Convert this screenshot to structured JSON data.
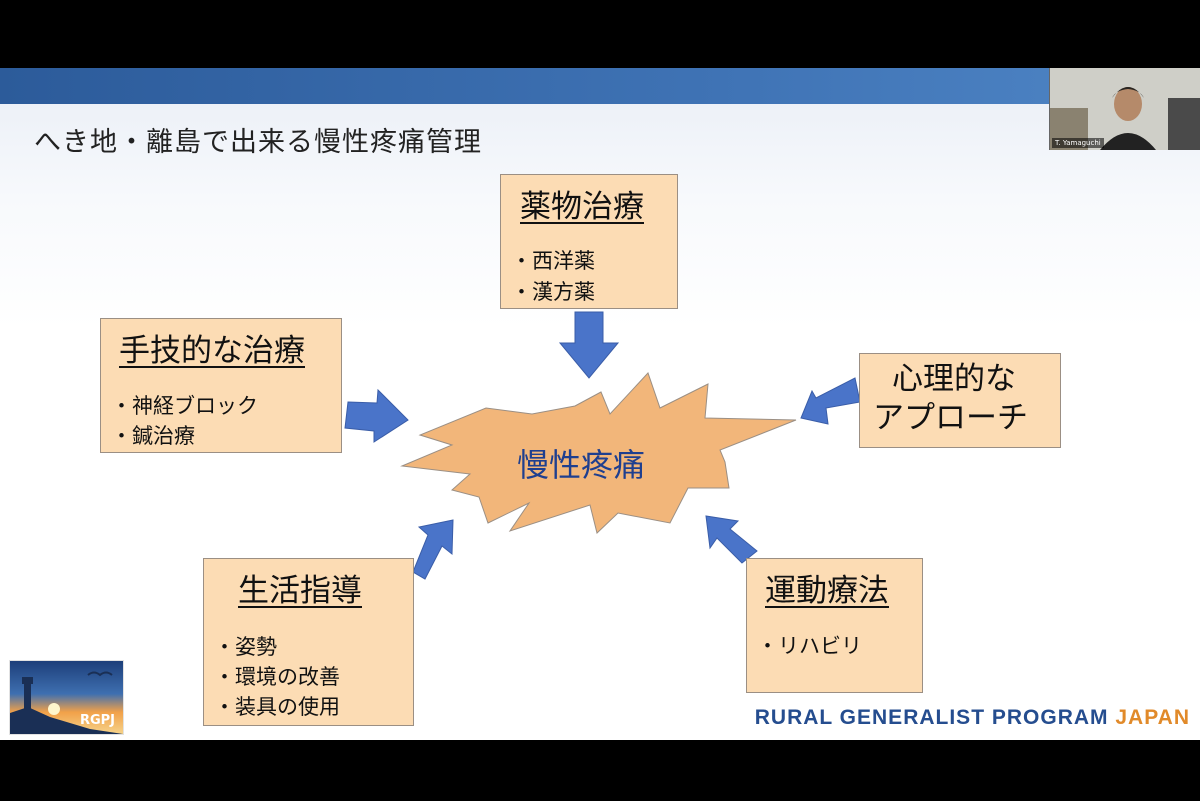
{
  "slide": {
    "title": "へき地・離島で出来る慢性疼痛管理",
    "center": "慢性疼痛",
    "boxes": {
      "drug": {
        "heading": "薬物治療",
        "items": [
          "・西洋薬",
          "・漢方薬"
        ]
      },
      "manual": {
        "heading": "手技的な治療",
        "items": [
          "・神経ブロック",
          "・鍼治療"
        ]
      },
      "psych": {
        "lines": [
          "心理的な",
          "アプローチ"
        ]
      },
      "lifestyle": {
        "heading": "生活指導",
        "items": [
          "・姿勢",
          "・環境の改善",
          "・装具の使用"
        ]
      },
      "exercise": {
        "heading": "運動療法",
        "items": [
          "・リハビリ"
        ]
      }
    },
    "logo_text": "RGPJ",
    "footer": {
      "main": "RURAL GENERALIST PROGRAM",
      "accent": "JAPAN"
    }
  },
  "video": {
    "participant_name": "T. Yamaguchi"
  },
  "colors": {
    "box_fill": "#fcdcb4",
    "burst_fill": "#f2b67a",
    "arrow_fill": "#4a74c9",
    "title_bar": "#2c5b9a",
    "footer_blue": "#254d8f",
    "footer_orange": "#e18a2a"
  }
}
